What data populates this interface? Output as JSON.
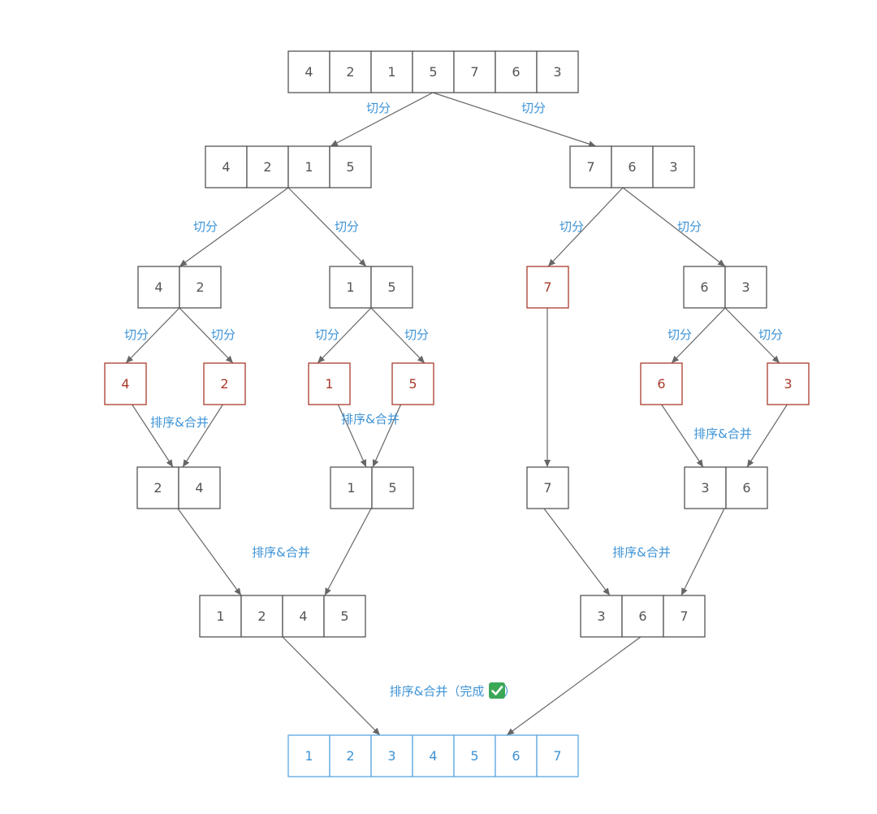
{
  "colors": {
    "normal_border": "#555555",
    "normal_text": "#555555",
    "leaf_border": "#a93b2c",
    "leaf_text": "#a93b2c",
    "result_border": "#5aa8e0",
    "result_text": "#3d93d6",
    "label": "#3d93d6",
    "edge": "#666666",
    "check_bg": "#3aa757",
    "check_fg": "#ffffff"
  },
  "arrays": [
    {
      "id": "a0",
      "values": [
        "4",
        "2",
        "1",
        "5",
        "7",
        "6",
        "3"
      ],
      "style": "normal"
    },
    {
      "id": "a1",
      "values": [
        "4",
        "2",
        "1",
        "5"
      ],
      "style": "normal"
    },
    {
      "id": "a2",
      "values": [
        "7",
        "6",
        "3"
      ],
      "style": "normal"
    },
    {
      "id": "a3",
      "values": [
        "4",
        "2"
      ],
      "style": "normal"
    },
    {
      "id": "a4",
      "values": [
        "1",
        "5"
      ],
      "style": "normal"
    },
    {
      "id": "a5",
      "values": [
        "7"
      ],
      "style": "leaf"
    },
    {
      "id": "a6",
      "values": [
        "6",
        "3"
      ],
      "style": "normal"
    },
    {
      "id": "a7",
      "values": [
        "4"
      ],
      "style": "leaf"
    },
    {
      "id": "a8",
      "values": [
        "2"
      ],
      "style": "leaf"
    },
    {
      "id": "a9",
      "values": [
        "1"
      ],
      "style": "leaf"
    },
    {
      "id": "a10",
      "values": [
        "5"
      ],
      "style": "leaf"
    },
    {
      "id": "a11",
      "values": [
        "6"
      ],
      "style": "leaf"
    },
    {
      "id": "a12",
      "values": [
        "3"
      ],
      "style": "leaf"
    },
    {
      "id": "a13",
      "values": [
        "2",
        "4"
      ],
      "style": "normal"
    },
    {
      "id": "a14",
      "values": [
        "1",
        "5"
      ],
      "style": "normal"
    },
    {
      "id": "a15",
      "values": [
        "7"
      ],
      "style": "normal"
    },
    {
      "id": "a16",
      "values": [
        "3",
        "6"
      ],
      "style": "normal"
    },
    {
      "id": "a17",
      "values": [
        "1",
        "2",
        "4",
        "5"
      ],
      "style": "normal"
    },
    {
      "id": "a18",
      "values": [
        "3",
        "6",
        "7"
      ],
      "style": "normal"
    },
    {
      "id": "a19",
      "values": [
        "1",
        "2",
        "3",
        "4",
        "5",
        "6",
        "7"
      ],
      "style": "result"
    }
  ],
  "edges": [
    {
      "from": "a0",
      "to": "a1"
    },
    {
      "from": "a0",
      "to": "a2"
    },
    {
      "from": "a1",
      "to": "a3"
    },
    {
      "from": "a1",
      "to": "a4"
    },
    {
      "from": "a2",
      "to": "a5"
    },
    {
      "from": "a2",
      "to": "a6"
    },
    {
      "from": "a3",
      "to": "a7"
    },
    {
      "from": "a3",
      "to": "a8"
    },
    {
      "from": "a4",
      "to": "a9"
    },
    {
      "from": "a4",
      "to": "a10"
    },
    {
      "from": "a6",
      "to": "a11"
    },
    {
      "from": "a6",
      "to": "a12"
    },
    {
      "from": "a7",
      "to": "a13"
    },
    {
      "from": "a8",
      "to": "a13"
    },
    {
      "from": "a9",
      "to": "a14"
    },
    {
      "from": "a10",
      "to": "a14"
    },
    {
      "from": "a5",
      "to": "a15"
    },
    {
      "from": "a11",
      "to": "a16"
    },
    {
      "from": "a12",
      "to": "a16"
    },
    {
      "from": "a13",
      "to": "a17"
    },
    {
      "from": "a14",
      "to": "a17"
    },
    {
      "from": "a15",
      "to": "a18"
    },
    {
      "from": "a16",
      "to": "a18"
    },
    {
      "from": "a17",
      "to": "a19"
    },
    {
      "from": "a18",
      "to": "a19"
    }
  ],
  "labels": {
    "split": "切分",
    "merge": "排序&合并",
    "final_merge": "排序&合并（完成",
    "final_close": "）"
  },
  "icons": {
    "check": "check-mark-icon"
  }
}
